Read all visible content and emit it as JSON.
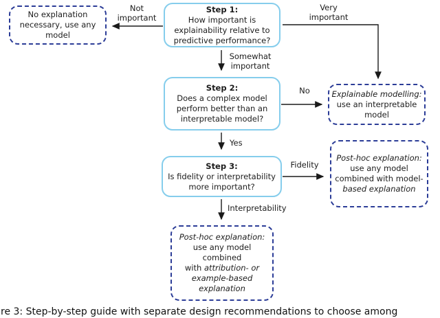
{
  "figure": {
    "caption": "re 3: Step-by-step guide with separate design recommendations to choose among"
  },
  "colors": {
    "background": "#ffffff",
    "solid_box_border": "#85cdec",
    "dashed_box_border": "#2b3c97",
    "arrow": "#1a1a1a",
    "text": "#1c1c1c"
  },
  "boxes": {
    "no_explanation": {
      "lines": [
        "No explanation",
        "necessary, use any",
        "model"
      ]
    },
    "step1": {
      "title": "Step 1:",
      "lines": [
        "How important is",
        "explainability relative to",
        "predictive performance?"
      ]
    },
    "step2": {
      "title": "Step 2:",
      "lines": [
        "Does a complex model",
        "perform better than an",
        "interpretable model?"
      ]
    },
    "step3": {
      "title": "Step 3:",
      "lines": [
        "Is fidelity or interpretability",
        "more important?"
      ]
    },
    "explainable_modelling": {
      "title": "Explainable modelling:",
      "lines": [
        "use an interpretable",
        "model"
      ]
    },
    "posthoc_model_based": {
      "title": "Post-hoc explanation:",
      "line_plain_1": "use any model",
      "line_plain_2": "combined with model-",
      "line_italic": "based explanation"
    },
    "posthoc_attribution": {
      "title": "Post-hoc explanation:",
      "line_plain_1": "use any model",
      "line_plain_2": "combined",
      "line3_plain": "with ",
      "line3_italic": "attribution- or",
      "line_italic_4": "example-based",
      "line_italic_5": "explanation"
    }
  },
  "labels": {
    "not_important_1": "Not",
    "not_important_2": "important",
    "very_important_1": "Very",
    "very_important_2": "important",
    "somewhat_important_1": "Somewhat",
    "somewhat_important_2": "important",
    "no": "No",
    "yes": "Yes",
    "fidelity": "Fidelity",
    "interpretability": "Interpretability"
  }
}
